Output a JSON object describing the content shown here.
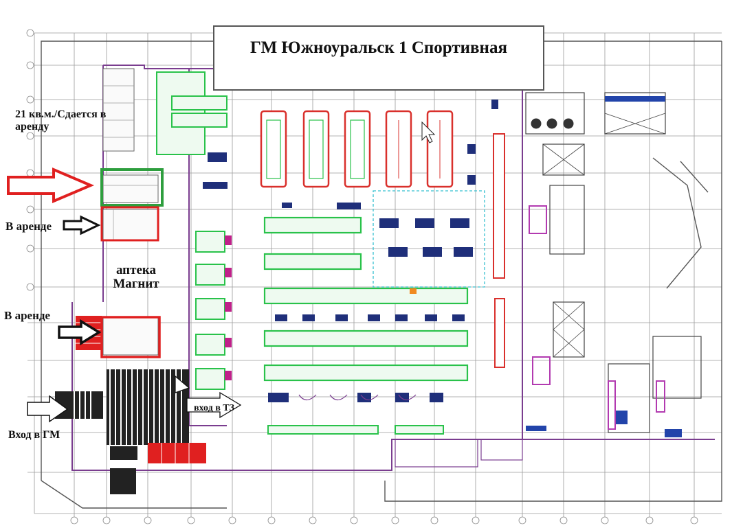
{
  "title": "ГМ Южноуральск 1 Спортивная",
  "labels": {
    "rent_area": "21 кв.м./Сдается в аренду",
    "rent_1": "В аренде",
    "pharmacy_line1": "аптека",
    "pharmacy_line2": "Магнит",
    "rent_2": "В аренде",
    "entrance_gm": "Вход в ГМ",
    "entrance_tz": "вход в ТЗ"
  },
  "colors": {
    "highlight_free": "#2e9e3e",
    "highlight_rented": "#e02020",
    "arrow_red": "#e02020",
    "arrow_black": "#111111",
    "rack_green": "#29c24a",
    "rack_navy": "#1f2f7a",
    "rack_red": "#d9302c",
    "wall_purple": "#7a3d8f",
    "grid_gray": "#8a8a8a"
  },
  "arrows": [
    {
      "name": "arrow-to-free-unit",
      "style": "red-outline"
    },
    {
      "name": "arrow-to-rented-unit-1",
      "style": "black-outline"
    },
    {
      "name": "arrow-to-rented-unit-2",
      "style": "black-outline"
    },
    {
      "name": "arrow-entrance-gm",
      "style": "black-outline"
    },
    {
      "name": "arrow-entrance-tz",
      "style": "black-outline"
    }
  ]
}
